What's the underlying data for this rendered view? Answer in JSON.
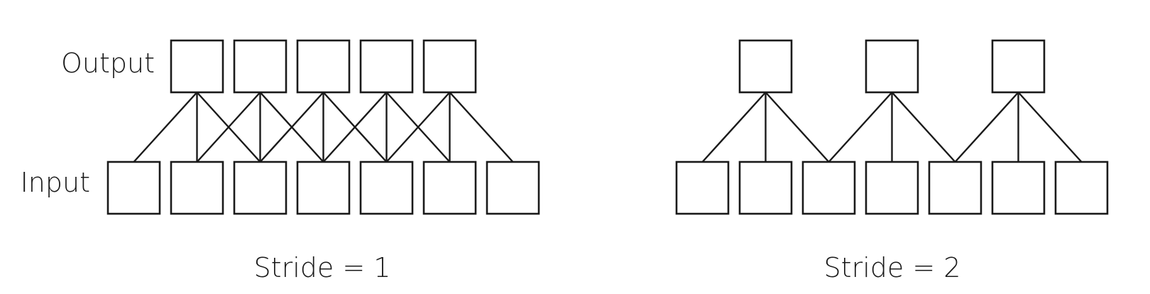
{
  "labels": {
    "output": "Output",
    "input": "Input"
  },
  "panels": [
    {
      "caption": "Stride = 1",
      "stride": 1,
      "input_count": 7,
      "output_count": 5,
      "kernel_size": 3
    },
    {
      "caption": "Stride = 2",
      "stride": 2,
      "input_count": 7,
      "output_count": 3,
      "kernel_size": 3
    }
  ],
  "colors": {
    "stroke": "#1a1a1a",
    "background": "#ffffff"
  }
}
